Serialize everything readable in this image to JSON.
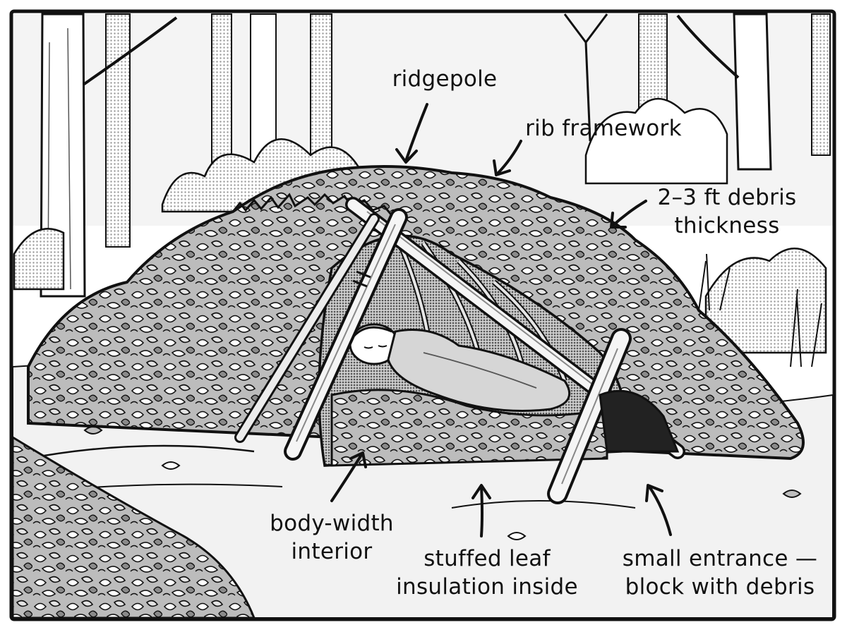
{
  "labels": {
    "ridgepole": "ridgepole",
    "rib_framework": "rib framework",
    "debris_thickness": [
      "2–3 ft debris",
      "thickness"
    ],
    "body_width": [
      "body-width",
      "interior"
    ],
    "stuffed_leaf": [
      "stuffed leaf",
      "insulation inside"
    ],
    "entrance": [
      "small entrance —",
      "block with debris"
    ]
  },
  "colors": {
    "ink": "#111111",
    "paper": "#ffffff",
    "shade": "#bdbdbd",
    "light_shade": "#e2e2e2"
  }
}
